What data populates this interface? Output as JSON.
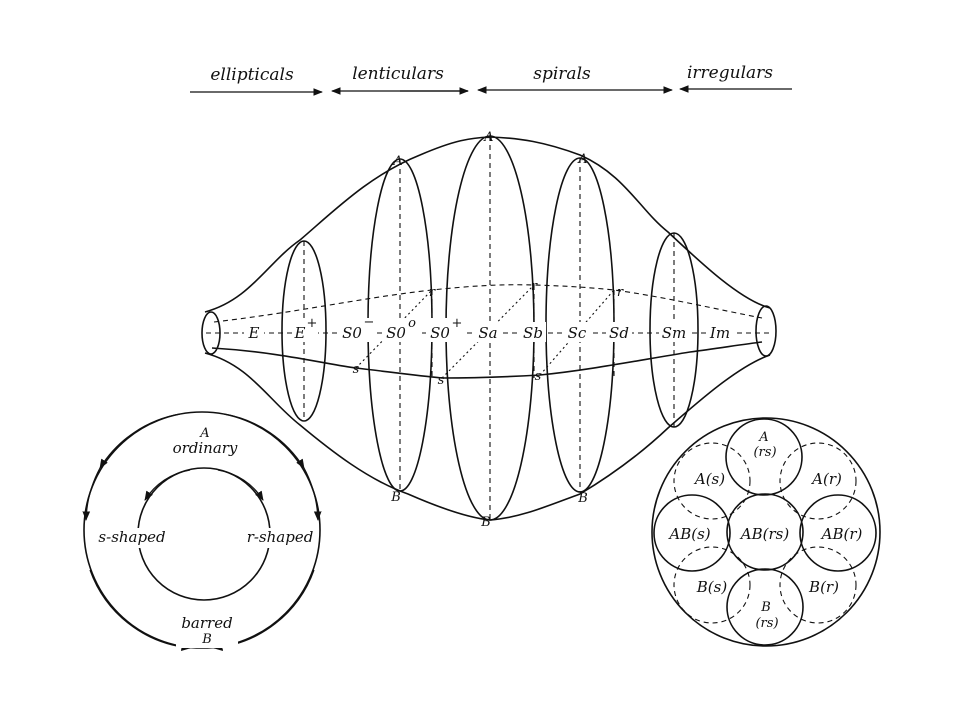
{
  "headers": {
    "ellipticals": "ellipticals",
    "lenticulars": "lenticulars",
    "spirals": "spirals",
    "irregulars": "irregulars"
  },
  "classes": [
    "E",
    "E+",
    "S0-",
    "S0o",
    "S0+",
    "Sa",
    "Sb",
    "Sc",
    "Sd",
    "Sm",
    "Im"
  ],
  "class_labels": {
    "E": "E",
    "E_plus_base": "E",
    "E_plus_sup": "+",
    "S0_minus_base": "S0",
    "S0_minus_sup": "−",
    "S0_zero_base": "S0",
    "S0_zero_sup": "o",
    "S0_plus_base": "S0",
    "S0_plus_sup": "+",
    "Sa": "Sa",
    "Sb": "Sb",
    "Sc": "Sc",
    "Sd": "Sd",
    "Sm": "Sm",
    "Im": "Im"
  },
  "poles": {
    "A": "A",
    "B": "B",
    "r": "r",
    "s": "s"
  },
  "left_circle": {
    "top_letter": "A",
    "top_word": "ordinary",
    "left": "s-shaped",
    "right": "r-shaped",
    "bottom_word": "barred",
    "bottom_letter": "B"
  },
  "right_circle": {
    "A_rs_1": "A",
    "A_rs_2": "(rs)",
    "A_s": "A(s)",
    "A_r": "A(r)",
    "AB_s": "AB(s)",
    "AB_rs": "AB(rs)",
    "AB_r": "AB(r)",
    "B_s": "B(s)",
    "B_r": "B(r)",
    "B_rs_1": "B",
    "B_rs_2": "(rs)"
  }
}
